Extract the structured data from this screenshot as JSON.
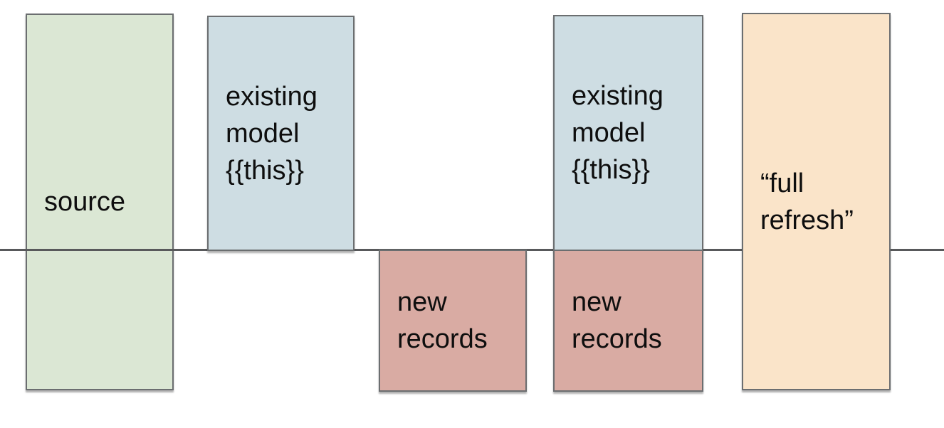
{
  "diagram": {
    "background": "#ffffff",
    "text_color": "#0e0e0e",
    "border_color": "#6b6e70",
    "divider_color": "#58595b",
    "boxes": [
      {
        "name": "source",
        "label": "source",
        "fill": "#dbe7d4"
      },
      {
        "name": "existing-model-1",
        "label": "existing\nmodel\n{{this}}",
        "fill": "#cedde3"
      },
      {
        "name": "new-records-1",
        "label": "new\nrecords",
        "fill": "#d9aba3"
      },
      {
        "name": "existing-model-2",
        "label": "existing\nmodel\n{{this}}",
        "fill": "#cedde3"
      },
      {
        "name": "new-records-2",
        "label": "new\nrecords",
        "fill": "#d9aba3"
      },
      {
        "name": "full-refresh",
        "label": "“full\nrefresh”",
        "fill": "#fae4c9"
      }
    ]
  }
}
